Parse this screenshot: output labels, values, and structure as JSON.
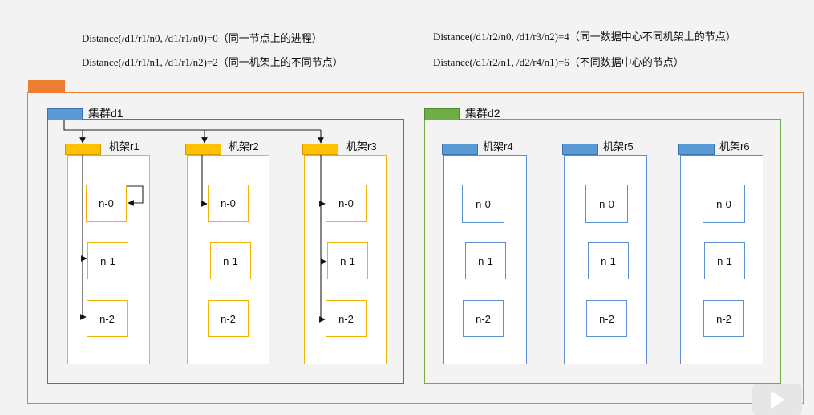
{
  "formulas": {
    "f1": "Distance(/d1/r1/n0, /d1/r1/n0)=0（同一节点上的进程）",
    "f2": "Distance(/d1/r1/n1, /d1/r1/n2)=2（同一机架上的不同节点）",
    "f3": "Distance(/d1/r2/n0, /d1/r3/n2)=4（同一数据中心不同机架上的节点）",
    "f4": "Distance(/d1/r2/n1, /d2/r4/n1)=6（不同数据中心的节点）"
  },
  "clusters": {
    "d1": {
      "label": "集群d1",
      "color": "#4472c4"
    },
    "d2": {
      "label": "集群d2",
      "color": "#70ad47"
    }
  },
  "racks": {
    "r1": "机架r1",
    "r2": "机架r2",
    "r3": "机架r3",
    "r4": "机架r4",
    "r5": "机架r5",
    "r6": "机架r6"
  },
  "nodes": {
    "n0": "n-0",
    "n1": "n-1",
    "n2": "n-2"
  },
  "colors": {
    "outer": "#ed7d31",
    "rack_d1": "#ffc000",
    "rack_d2": "#5b9bd5"
  }
}
